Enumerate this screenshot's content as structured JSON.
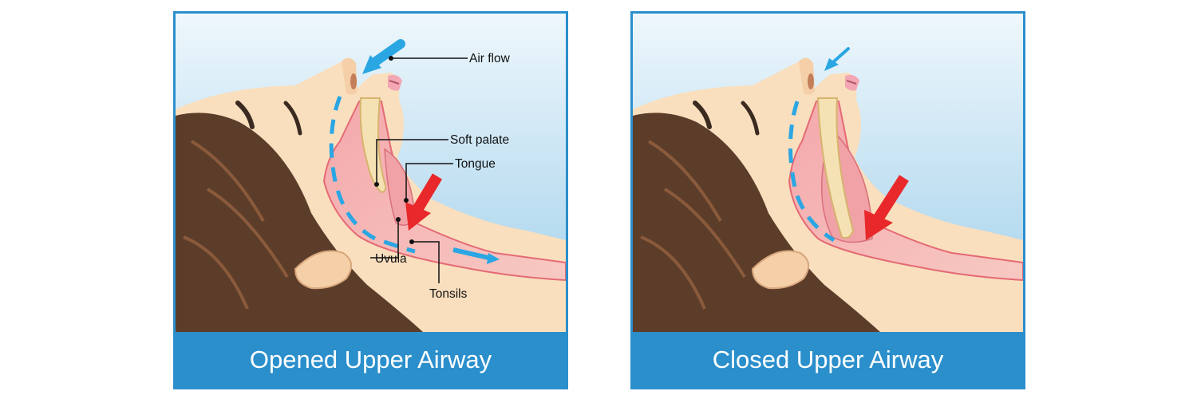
{
  "panels": [
    {
      "caption": "Opened Upper Airway",
      "labels": {
        "air_flow": "Air flow",
        "soft_palate": "Soft palate",
        "tongue": "Tongue",
        "uvula": "Uvula",
        "tonsils": "Tonsils"
      }
    },
    {
      "caption": "Closed Upper Airway"
    }
  ],
  "colors": {
    "frame_blue": "#2b8fcc",
    "sky": "#c9e4f2",
    "skin": "#f9dfbe",
    "hair": "#5c3d2a",
    "airway_pink": "#f2a0a4",
    "airflow_arrow": "#2aa6e3",
    "pressure_arrow": "#e8282a"
  }
}
